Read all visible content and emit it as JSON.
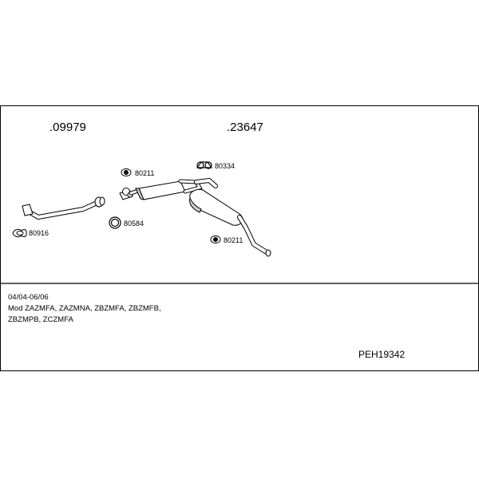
{
  "assemblies": [
    {
      "number": ".09979"
    },
    {
      "number": ".23647"
    }
  ],
  "parts": {
    "gasket": "80916",
    "ring": "80584",
    "clamp_front": "80211",
    "hanger": "80334",
    "clamp_rear": "80211"
  },
  "vehicle": {
    "date_range": "04/04-06/06",
    "models_line1": "Mod ZAZMFA, ZAZMNA, ZBZMFA, ZBZMFB,",
    "models_line2": "ZBZMPB, ZCZMFA"
  },
  "reference": "PEH19342",
  "colors": {
    "line": "#000000",
    "part_fill": "#ffffff",
    "shade": "#cfcfcf"
  }
}
